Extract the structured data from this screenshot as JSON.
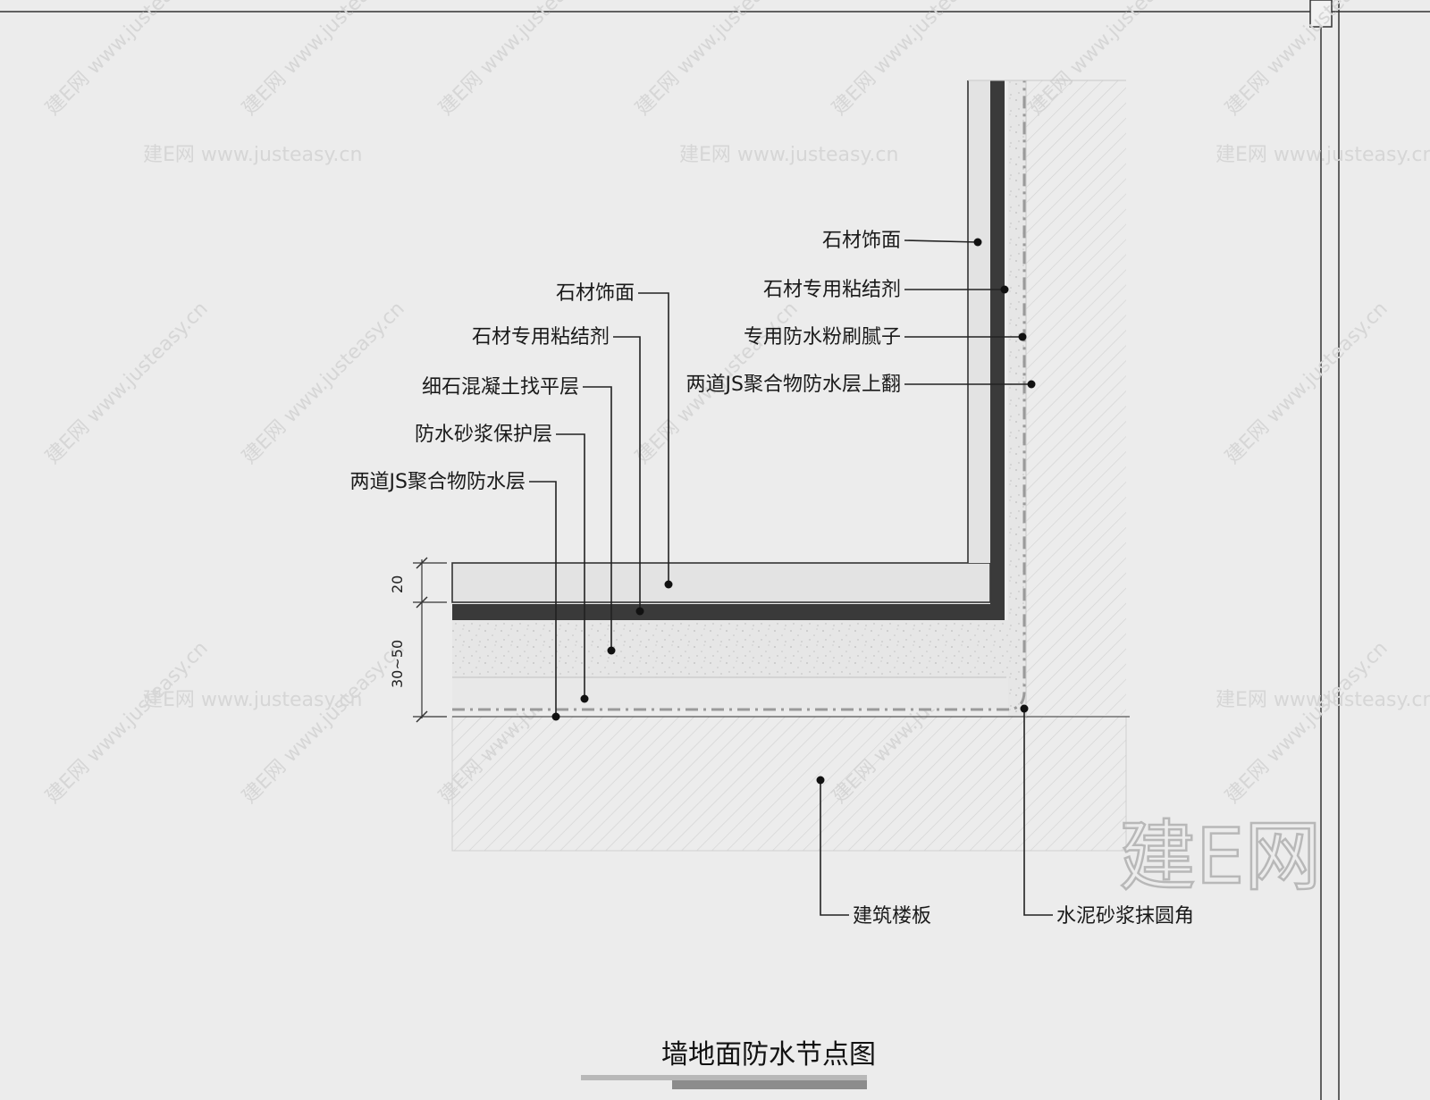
{
  "title": "墙地面防水节点图",
  "dimensions": {
    "top": "20",
    "bottom": "30~50"
  },
  "wall_labels": [
    "石材饰面",
    "石材专用粘结剂",
    "专用防水粉刷腻子",
    "两道JS聚合物防水层上翻"
  ],
  "floor_labels": [
    "石材饰面",
    "石材专用粘结剂",
    "细石混凝土找平层",
    "防水砂浆保护层",
    "两道JS聚合物防水层"
  ],
  "bottom_labels": {
    "slab": "建筑楼板",
    "fillet": "水泥砂浆抹圆角"
  },
  "watermark": {
    "brand": "建E网",
    "url": "www.justeasy.cn"
  },
  "colors": {
    "background": "#ececec",
    "membrane": "#3a3a3a",
    "line": "#222222"
  }
}
